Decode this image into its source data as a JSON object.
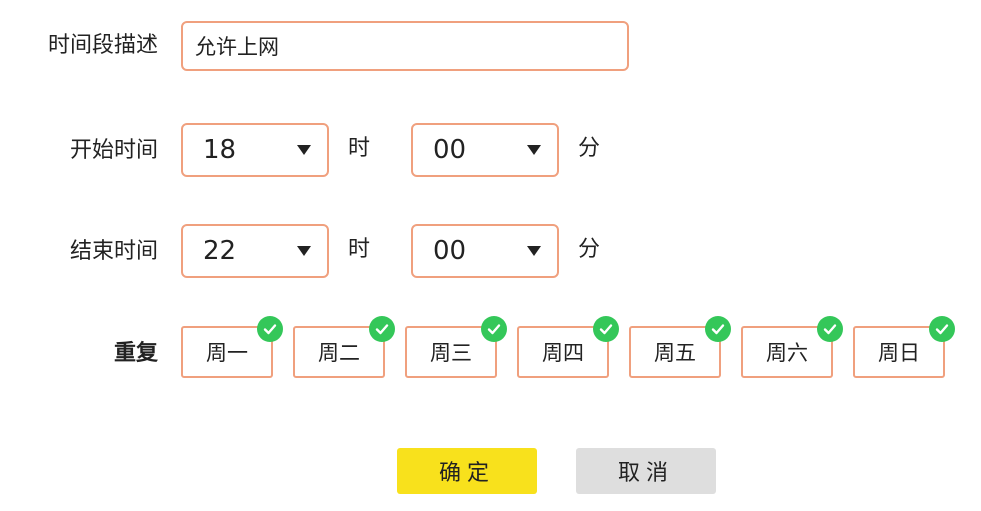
{
  "form": {
    "description": {
      "label": "时间段描述",
      "value": "允许上网"
    },
    "start_time": {
      "label": "开始时间",
      "hour": "18",
      "hour_unit": "时",
      "minute": "00",
      "minute_unit": "分"
    },
    "end_time": {
      "label": "结束时间",
      "hour": "22",
      "hour_unit": "时",
      "minute": "00",
      "minute_unit": "分"
    },
    "repeat": {
      "label": "重复",
      "days": [
        {
          "label": "周一",
          "checked": true
        },
        {
          "label": "周二",
          "checked": true
        },
        {
          "label": "周三",
          "checked": true
        },
        {
          "label": "周四",
          "checked": true
        },
        {
          "label": "周五",
          "checked": true
        },
        {
          "label": "周六",
          "checked": true
        },
        {
          "label": "周日",
          "checked": true
        }
      ]
    }
  },
  "buttons": {
    "confirm": "确定",
    "cancel": "取消"
  },
  "colors": {
    "border": "#f0a07e",
    "check": "#34c759",
    "confirm_bg": "#f8e11c",
    "cancel_bg": "#dedede"
  },
  "icons": {
    "select_caret": "triangle-down-icon",
    "day_check": "checkmark-circle-icon"
  }
}
